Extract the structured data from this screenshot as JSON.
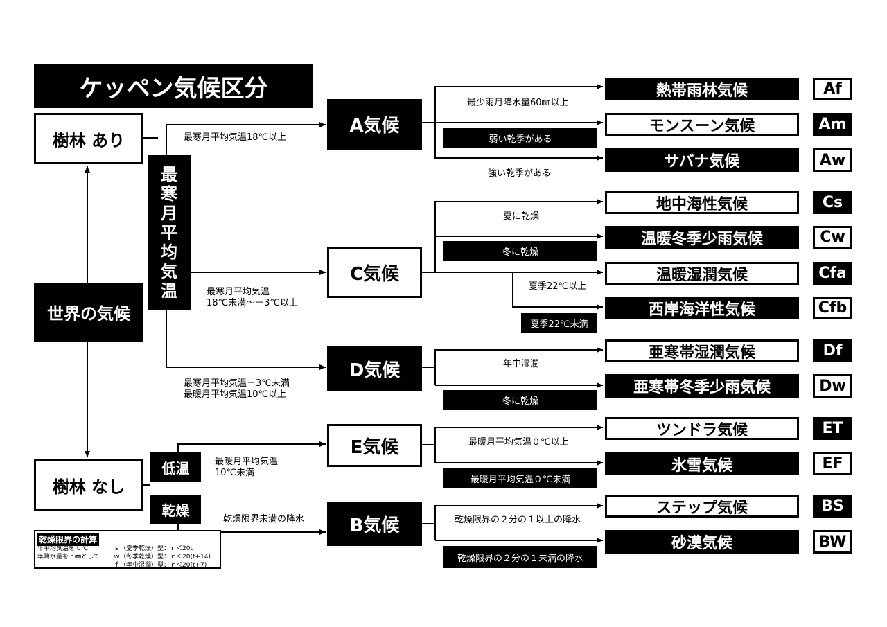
{
  "title": "ケッペン気候区分",
  "world": "世界の気候",
  "forest_yes": "樹林 あり",
  "forest_no": "樹林 なし",
  "vertical_label": [
    "最",
    "寒",
    "月",
    "平",
    "均",
    "気",
    "温"
  ],
  "low_temp": "低温",
  "dry": "乾燥",
  "groups": {
    "A": "A気候",
    "C": "C気候",
    "D": "D気候",
    "E": "E気候",
    "B": "B気候"
  },
  "conditions": {
    "A": "最寒月平均気温18℃以上",
    "C_line1": "最寒月平均気温",
    "C_line2": "18℃未満～－3℃以上",
    "D_line1": "最寒月平均気温－3℃未満",
    "D_line2": "最暖月平均気温10℃以上",
    "E_line1": "最暖月平均気温",
    "E_line2": "10℃未満",
    "B": "乾燥限界未満の降水"
  },
  "branch_labels": {
    "af": "最少雨月降水量60㎜以上",
    "am": "弱い乾季がある",
    "aw": "強い乾季がある",
    "cs": "夏に乾燥",
    "cw": "冬に乾燥",
    "cfa": "夏季22℃以上",
    "cfb": "夏季22℃未満",
    "df": "年中湿潤",
    "dw": "冬に乾燥",
    "et": "最暖月平均気温０℃以上",
    "ef": "最暖月平均気温０℃未満",
    "bs": "乾燥限界の２分の１以上の降水",
    "bw": "乾燥限界の２分の１未満の降水"
  },
  "climates": [
    {
      "key": "af",
      "name": "熱帯雨林気候",
      "code": "Af"
    },
    {
      "key": "am",
      "name": "モンスーン気候",
      "code": "Am"
    },
    {
      "key": "aw",
      "name": "サバナ気候",
      "code": "Aw"
    },
    {
      "key": "cs",
      "name": "地中海性気候",
      "code": "Cs"
    },
    {
      "key": "cw",
      "name": "温暖冬季少雨気候",
      "code": "Cw"
    },
    {
      "key": "cfa",
      "name": "温暖湿潤気候",
      "code": "Cfa"
    },
    {
      "key": "cfb",
      "name": "西岸海洋性気候",
      "code": "Cfb"
    },
    {
      "key": "df",
      "name": "亜寒帯湿潤気候",
      "code": "Df"
    },
    {
      "key": "dw",
      "name": "亜寒帯冬季少雨気候",
      "code": "Dw"
    },
    {
      "key": "et",
      "name": "ツンドラ気候",
      "code": "ET"
    },
    {
      "key": "ef",
      "name": "氷雪気候",
      "code": "EF"
    },
    {
      "key": "bs",
      "name": "ステップ気候",
      "code": "BS"
    },
    {
      "key": "bw",
      "name": "砂漠気候",
      "code": "BW"
    }
  ],
  "calc": {
    "title": "乾燥限界の計算",
    "line1": "年平均気温をｔ℃",
    "line2": "年降水量をｒ㎜として",
    "s": "ｓ（夏季乾燥）型：ｒ＜20t",
    "w": "ｗ（冬季乾燥）型：ｒ＜20(t+14)",
    "f": "ｆ（年中湿潤）型：ｒ＜20(t+7)"
  }
}
